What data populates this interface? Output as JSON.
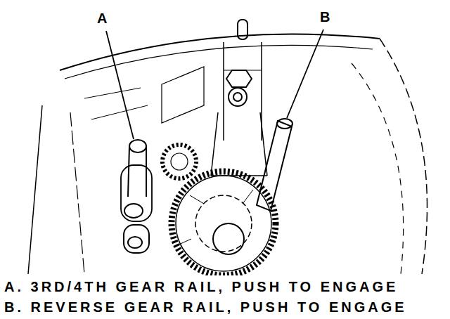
{
  "diagram": {
    "labels": [
      "A",
      "B",
      "A. 3RD/4TH GEAR RAIL, PUSH TO ENGAGE",
      "B. REVERSE GEAR RAIL, PUSH TO ENGAGE"
    ]
  }
}
